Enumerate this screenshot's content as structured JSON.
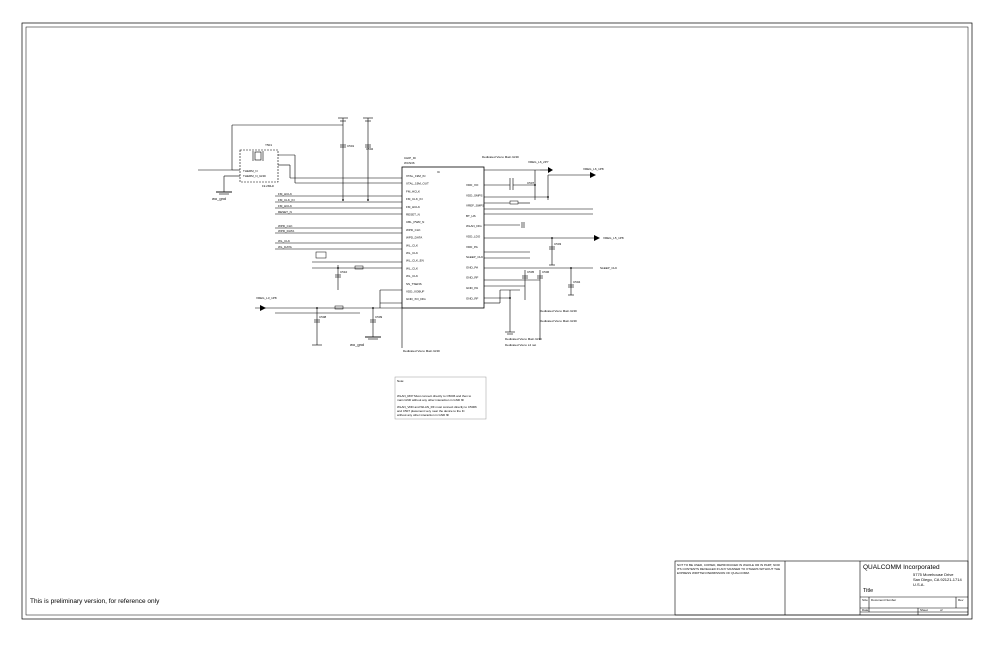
{
  "sheet": {
    "preliminary_note": "This is preliminary version, for reference only"
  },
  "title_block": {
    "company": "QUALCOMM Incorporated",
    "address_1": "5775 Morehouse Drive",
    "address_2": "San Diego, CA 92121-1714",
    "address_3": "U.S.A.",
    "title_label": "Title",
    "size_label": "Size",
    "doc_label": "Document Number",
    "rev_label": "Rev",
    "date_label": "Date:",
    "sheet_label": "Sheet",
    "of_label": "of",
    "disclaimer_1": "NOT TO BE USED, COPIED, REPRODUCED IN WHOLE OR IN PART, NOR",
    "disclaimer_2": "ITS CONTENTS REVEALED IN ANY MANNER TO OTHERS WITHOUT THE",
    "disclaimer_3": "EXPRESS WRITTEN PERMISSION OF QUALCOMM."
  },
  "schematic": {
    "chip_ref": "CHIP_ID",
    "chip_part": "WCN36",
    "chip_pin_ic": "IC",
    "xtal_ref": "Y501",
    "xtal_part": "19.2MHz",
    "xtal_pin_1": "THERM_N",
    "xtal_pin_2": "THERM_N_GND",
    "left_pins": [
      "XTAL_19M_IN",
      "XTAL_19M_OUT",
      "FM_HCLK",
      "FM_CLK_IN",
      "FM_HCLK",
      "RESET_N",
      "CBL_PWR_N",
      "WPD_CLK",
      "WPD_DATA",
      "WL_CLK",
      "WL_CLK",
      "WL_CLK_EN",
      "WL_CLK",
      "WL_CLK",
      "SS_TSENS",
      "VDD_XOBUF",
      "GND_XO_DIG"
    ],
    "right_pins": [
      "VDD_XO",
      "VDD_SMPS",
      "VREF_SMPS",
      "BT_HS",
      "WLAN_DIG",
      "VDD_LDO",
      "VDD_PA",
      "SLEEP_CLK",
      "GND_PA",
      "GND_RF",
      "GND_PA",
      "GND_RF"
    ],
    "left_nets": [
      "XTAL_19M_IN",
      "XTAL_19M_OUT",
      "FM_HCLK",
      "FM_CLK_IN",
      "FM_HCLK",
      "RESET_N",
      "WPD_CLK",
      "WPD_DATA",
      "WL_CLK",
      "WL_DATA",
      "WL_CLK_EN",
      "WL_CLK"
    ],
    "right_nets": [
      "VDD_XO",
      "VREF_BT_TXRF",
      "BT_TXRF",
      "VDD_LDO",
      "VDD_IO",
      "SLEEP_CLK"
    ],
    "ground_label_1": "wo_gnd",
    "ground_label_2": "wo_gnd",
    "cap_labels": [
      "C501",
      "C502",
      "C503",
      "C504",
      "C505",
      "C506",
      "C507",
      "C508",
      "C509",
      "C510"
    ],
    "note_1": "Dedicated Via to Main GND",
    "note_2": "Dedicated Via to Main GND",
    "note_3": "Dedicated Via to Main GND",
    "note_4": "Dedicated Via to L2 net",
    "note_5": "Dedicated Via to Main GND",
    "power_nets": [
      "VREG_L6_1P8",
      "VREG_L6_2P7",
      "VREG_L5_1P8",
      "VREG_L3_1P8",
      "SLEEP_CLK"
    ],
    "notes_box_title": "Note:",
    "notes_box_lines": [
      "WLAN_RFP   Must connect directly to C5006 and then to",
      "  main GND without any other interaction in GND fill",
      "WLAN_VDD and WLAN_RF must connect directly to C5006",
      "  and C507 placement very near the device to the IC",
      "  without any other interaction in GND fill"
    ]
  }
}
